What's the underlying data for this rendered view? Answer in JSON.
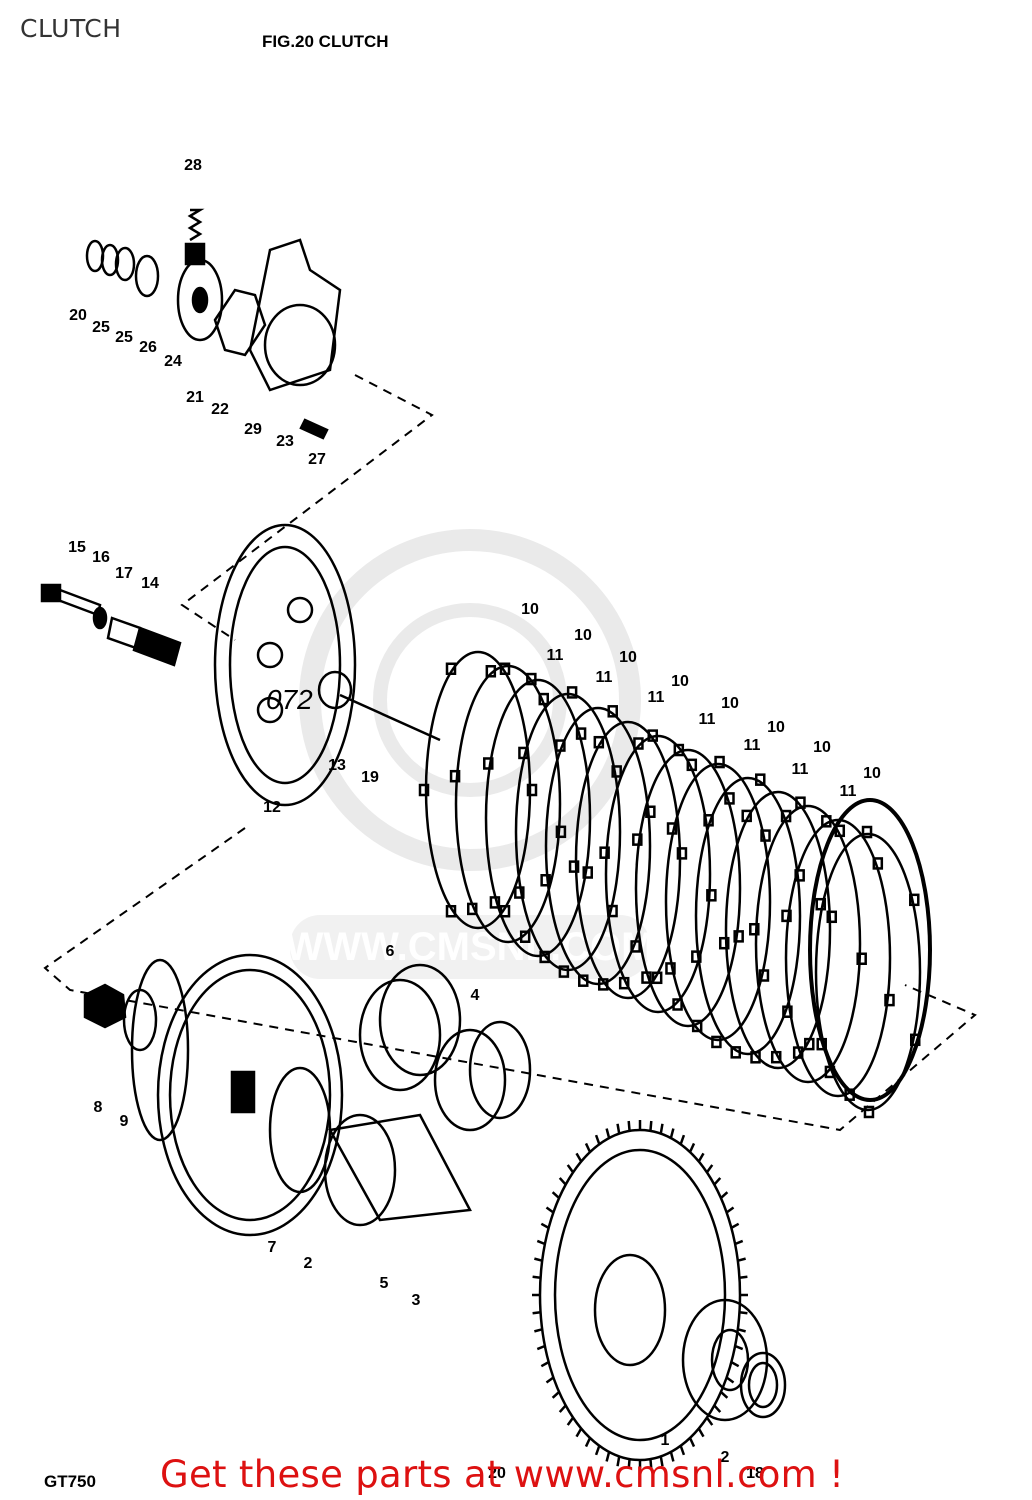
{
  "header": {
    "title": "CLUTCH"
  },
  "figure": {
    "title": "FIG.20  CLUTCH",
    "diagram_number": "072",
    "model": "GT750",
    "watermark": "WWW.CMSNL.COM"
  },
  "footer": {
    "cta": "Get these parts at www.cmsnl.com !"
  },
  "colors": {
    "line": "#000000",
    "cta": "#dd1111",
    "watermark": "#d9d9d9"
  },
  "part_labels": [
    "28",
    "20",
    "25",
    "25",
    "26",
    "24",
    "21",
    "22",
    "29",
    "23",
    "27",
    "15",
    "16",
    "17",
    "14",
    "13",
    "19",
    "12",
    "10",
    "11",
    "10",
    "11",
    "10",
    "11",
    "10",
    "11",
    "10",
    "11",
    "10",
    "11",
    "10",
    "11",
    "10",
    "6",
    "4",
    "8",
    "9",
    "7",
    "2",
    "5",
    "3",
    "1",
    "2",
    "18",
    "20"
  ]
}
